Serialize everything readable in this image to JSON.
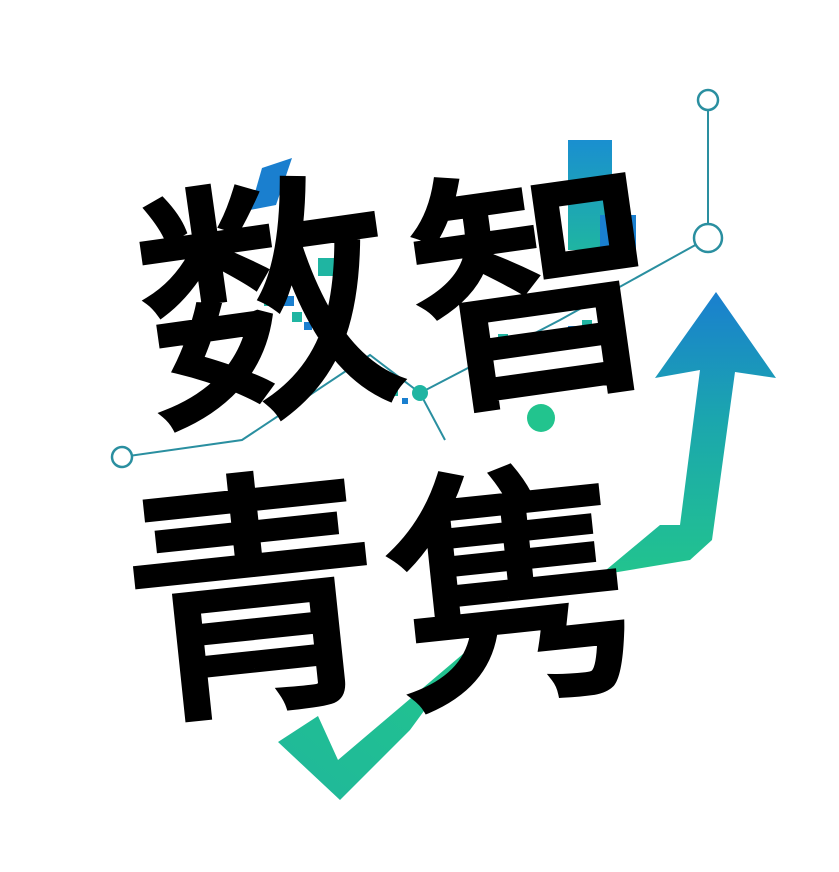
{
  "logo": {
    "line1": {
      "char1": "数",
      "char2": "智"
    },
    "line2": {
      "char1": "青",
      "char2": "隽"
    }
  },
  "colors": {
    "text": "#000000",
    "teal": "#1fb5a2",
    "mint": "#22c48e",
    "blue": "#1a7fcf",
    "line": "#2a8fa0"
  },
  "icons": [
    "rising-arrow-icon",
    "checkmark-icon",
    "network-node-icon",
    "pixel-cluster-icon"
  ]
}
